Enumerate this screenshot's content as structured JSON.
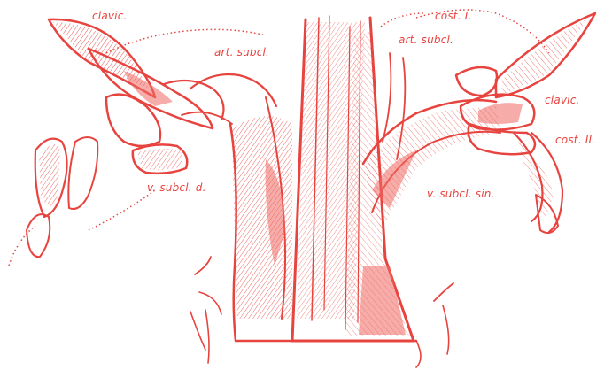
{
  "labels": {
    "clavic_right": "clavic.",
    "art_subcl_right": "art. subcl.",
    "v_subcl_d": "v. subcl. d.",
    "cost_1": "cost. I.",
    "art_subcl_left": "art. subcl.",
    "clavic_left": "clavic.",
    "cost_2": "cost. II.",
    "v_subcl_sin": "v. subcl. sin."
  },
  "colors": {
    "ink": "#e8443f",
    "shade": "#ef6a64",
    "background": "#ffffff"
  }
}
